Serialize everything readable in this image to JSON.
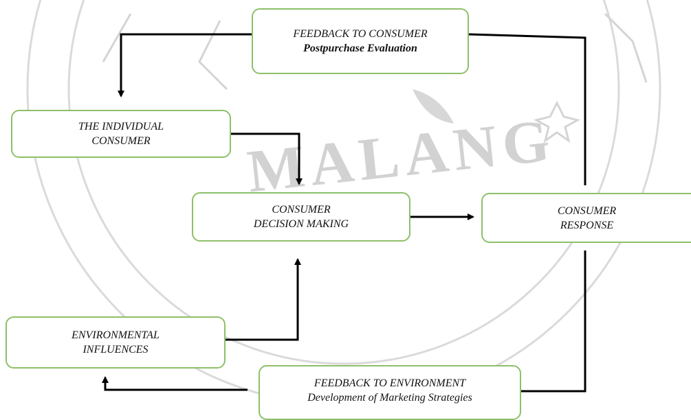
{
  "diagram": {
    "nodes": {
      "feedback_consumer": {
        "line1": "FEEDBACK TO CONSUMER",
        "line2": "Postpurchase Evaluation"
      },
      "individual": {
        "line1": "THE INDIVIDUAL",
        "line2": "CONSUMER"
      },
      "decision": {
        "line1": "CONSUMER",
        "line2": "DECISION MAKING"
      },
      "response": {
        "line1": "CONSUMER",
        "line2": "RESPONSE"
      },
      "environmental": {
        "line1": "ENVIRONMENTAL",
        "line2": "INFLUENCES"
      },
      "feedback_environment": {
        "line1": "FEEDBACK TO ENVIRONMENT",
        "line2": "Development of Marketing Strategies"
      }
    },
    "watermark_text": "MALANG",
    "colors": {
      "node_border": "#8cc068",
      "arrow": "#000000",
      "watermark": "#cfcfcf"
    }
  }
}
